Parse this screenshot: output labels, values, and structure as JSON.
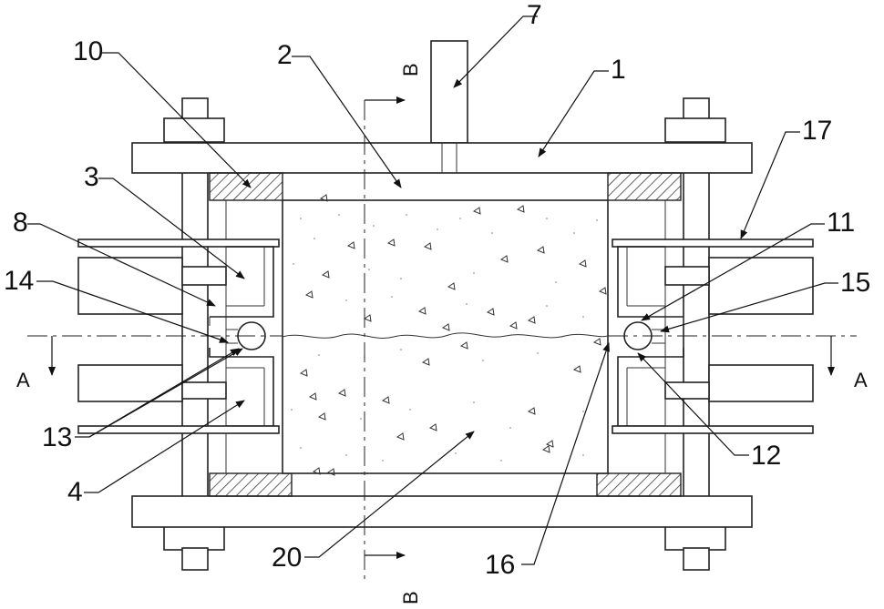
{
  "labels": {
    "l1": "1",
    "l2": "2",
    "l3": "3",
    "l4": "4",
    "l7": "7",
    "l8": "8",
    "l10": "10",
    "l11": "11",
    "l12": "12",
    "l13": "13",
    "l14": "14",
    "l15": "15",
    "l16": "16",
    "l17": "17",
    "l20": "20"
  },
  "section_marks": {
    "a_left": "A",
    "a_right": "A",
    "b_top": "B",
    "b_bottom": "B"
  }
}
